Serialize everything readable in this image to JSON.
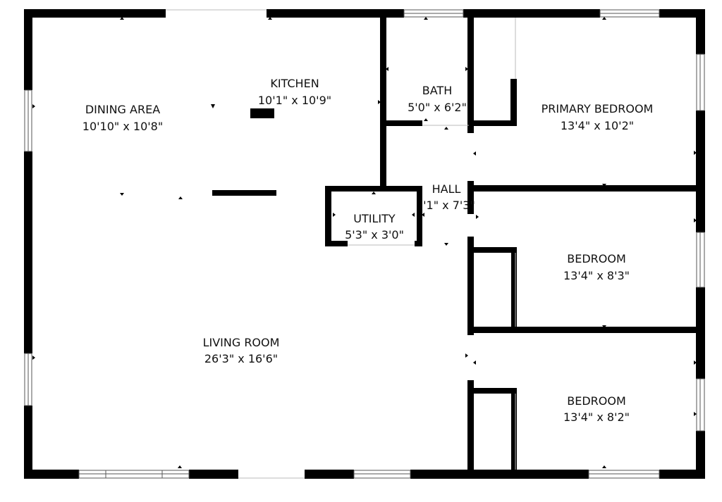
{
  "rooms": [
    {
      "id": "dining",
      "name": "DINING AREA",
      "dims": "10'10\" x 10'8\""
    },
    {
      "id": "kitchen",
      "name": "KITCHEN",
      "dims": "10'1\" x 10'9\""
    },
    {
      "id": "bath",
      "name": "BATH",
      "dims": "5'0\" x 6'2\""
    },
    {
      "id": "primary",
      "name": "PRIMARY BEDROOM",
      "dims": "13'4\" x 10'2\""
    },
    {
      "id": "hall",
      "name": "HALL",
      "dims": "'1\" x 7'3\""
    },
    {
      "id": "utility",
      "name": "UTILITY",
      "dims": "5'3\" x 3'0\""
    },
    {
      "id": "bedroom2",
      "name": "BEDROOM",
      "dims": "13'4\" x 8'3\""
    },
    {
      "id": "living",
      "name": "LIVING ROOM",
      "dims": "26'3\" x 16'6\""
    },
    {
      "id": "bedroom3",
      "name": "BEDROOM",
      "dims": "13'4\" x 8'2\""
    }
  ],
  "colors": {
    "wall": "#000000",
    "background": "#ffffff",
    "window": "#555555"
  }
}
